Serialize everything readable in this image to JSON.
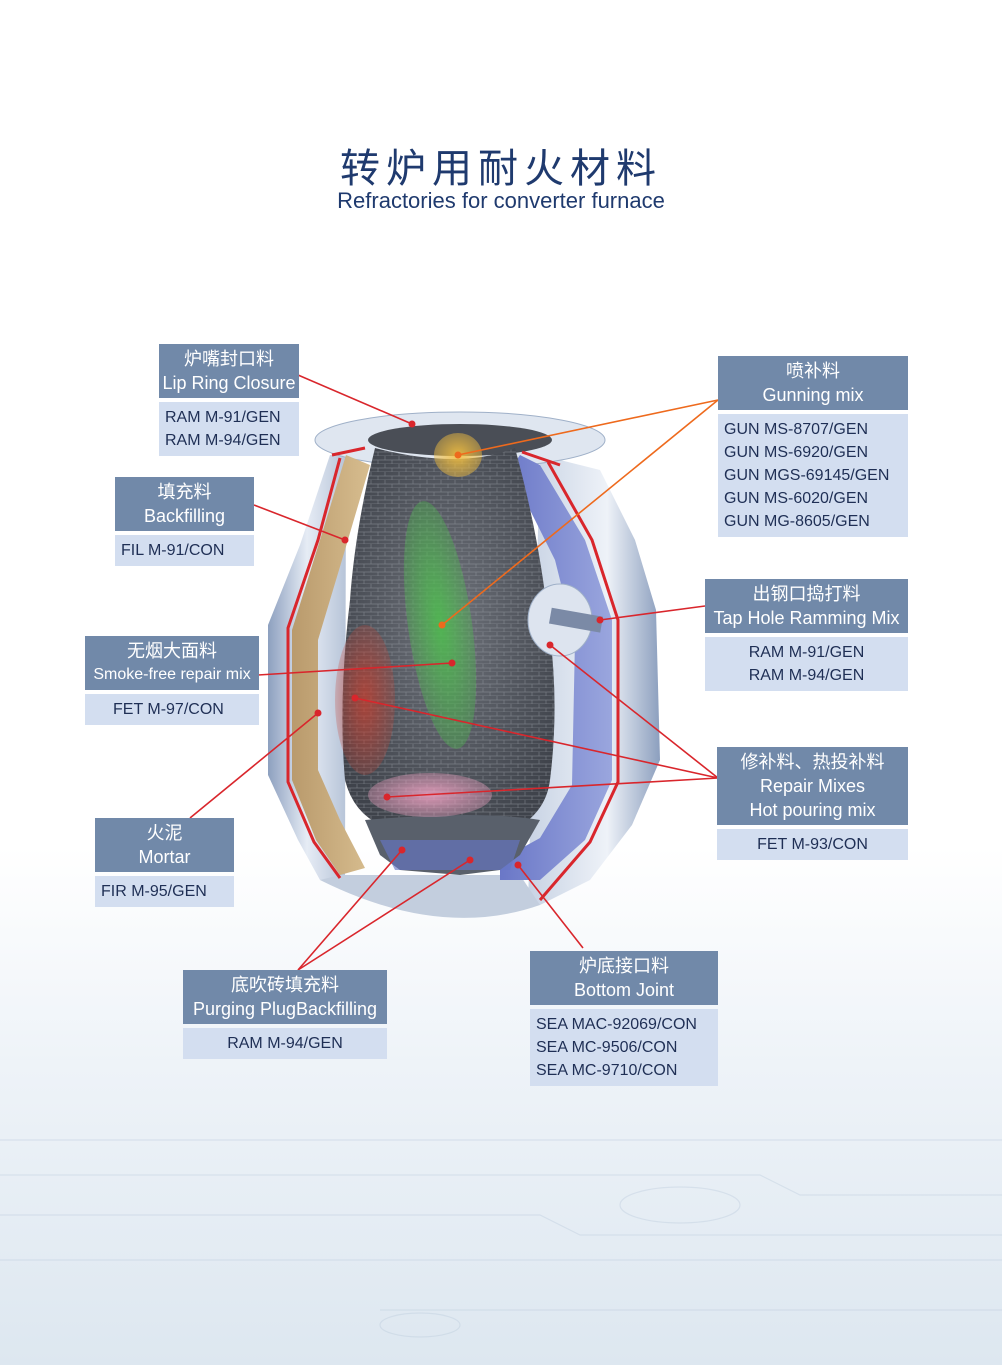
{
  "title_cn": "转炉用耐火材料",
  "title_en": "Refractories for converter furnace",
  "colors": {
    "label_head": "#7189a9",
    "label_body": "#d3def0",
    "leader_red": "#d9262c",
    "leader_orange": "#ee6a1d",
    "title": "#1f3a6e"
  },
  "labels": {
    "lip_ring": {
      "cn": "炉嘴封口料",
      "en": "Lip Ring Closure",
      "codes": [
        "RAM M-91/GEN",
        "RAM M-94/GEN"
      ]
    },
    "backfilling": {
      "cn": "填充料",
      "en": "Backfilling",
      "codes": [
        "FIL M-91/CON"
      ]
    },
    "smoke_free": {
      "cn": "无烟大面料",
      "en": "Smoke-free repair mix",
      "codes": [
        "FET M-97/CON"
      ]
    },
    "mortar": {
      "cn": "火泥",
      "en": "Mortar",
      "codes": [
        "FIR M-95/GEN"
      ]
    },
    "purging_plug": {
      "cn": "底吹砖填充料",
      "en": "Purging PlugBackfilling",
      "codes": [
        "RAM M-94/GEN"
      ]
    },
    "bottom_joint": {
      "cn": "炉底接口料",
      "en": "Bottom Joint",
      "codes": [
        "SEA MAC-92069/CON",
        "SEA MC-9506/CON",
        "SEA MC-9710/CON"
      ]
    },
    "gunning": {
      "cn": "喷补料",
      "en": "Gunning mix",
      "codes": [
        "GUN MS-8707/GEN",
        "GUN MS-6920/GEN",
        "GUN MGS-69145/GEN",
        "GUN MS-6020/GEN",
        "GUN MG-8605/GEN"
      ]
    },
    "tap_hole": {
      "cn": "出钢口捣打料",
      "en": "Tap Hole Ramming Mix",
      "codes": [
        "RAM M-91/GEN",
        "RAM M-94/GEN"
      ]
    },
    "repair": {
      "cn": "修补料、热投补料",
      "en": "Repair Mixes",
      "en2": "Hot pouring mix",
      "codes": [
        "FET M-93/CON"
      ]
    }
  }
}
